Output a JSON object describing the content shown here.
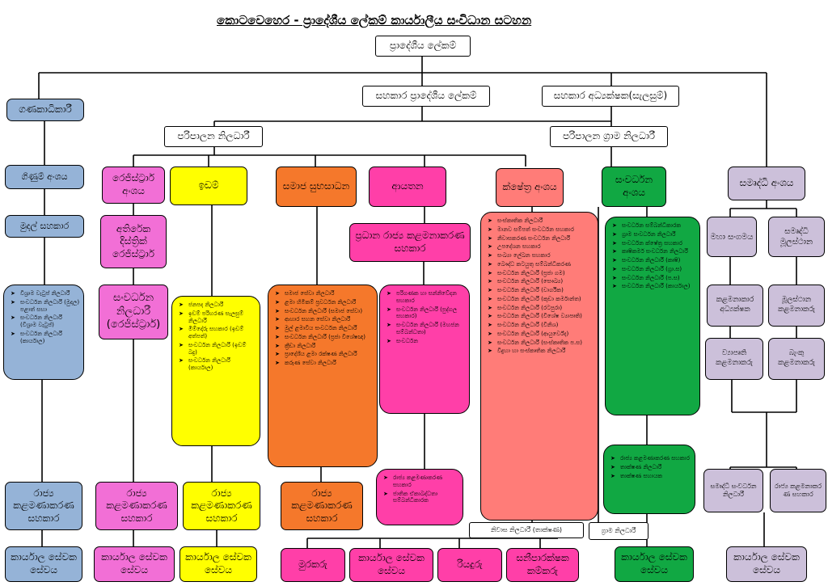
{
  "title": "කොටවෙහෙර - ප්‍රාදේශීය ලේකම් කාර්යාලීය සංවිධාන සටහන",
  "top": "ප්‍රාදේශීය ලේකම්",
  "asst_ds": "සහකාර ප්‍රාදේශීය ලේකම්",
  "asst_dir_planning": "සහකාර අධ්‍යක්ෂක(සැලසුම්)",
  "accountant": "ගණකාධිකාරී",
  "admin_officer": "පරිපාලන නිලධාරී",
  "admin_gn": "පරිපාලන ග්‍රාම නිලධාරී",
  "blue": {
    "branch": "ගිණුම් අංශය",
    "cash": "මුදල් සහකාර",
    "items": [
      "විශ්‍රාම වැටුප් නිලධාරී",
      "සංවර්ධන නිලධාරී (මුදල) පළාත් සභා",
      "සංවර්ධන නිලධාරී (විශ්‍රාම වැටුප්)",
      "සංවර්ධන නිලධාරී (කාර්යාල)"
    ],
    "mgmt": "රාජ්‍ය කළමණාකරණ සහකාර",
    "office": "කාර්යාල සේවක සේවය"
  },
  "registrar": {
    "branch": "රෙජිස්ට්‍රාර් අංශය",
    "addl": "අතිරේක දිස්ත්‍රික් රෙජිස්ට්‍රාර්",
    "dev": "සංවර්ධන නිලධාරී (රෙජිස්ට්‍රාර්)",
    "mgmt": "රාජ්‍ය කළමණාකරණ සහකාර",
    "office": "කාර්යාල සේවක සේවය"
  },
  "land": {
    "branch": "ඉඩම්",
    "items": [
      "ජනපද නිලධාරී",
      "ඉඩම් පරිහරණ සැලසුම් නිලධාරී",
      "මිම්දෝරු සහකාර (ඉඩම් අත්පත්)",
      "සංවර්ධන නිලධාරී (ඉඩම් බදු)",
      "සංවර්ධන නිලධාරී (කාර්යාල)"
    ],
    "mgmt": "රාජ්‍ය කළමණාකරණ සහකාර",
    "office": "කාර්යාල සේවක සේවය"
  },
  "social": {
    "branch": "සමාජ සුභසාධන",
    "items": [
      "සමාජ සේවා නිලධාරී",
      "ළමා හිමිකම් ප්‍රවර්ධන නිලධාරී",
      "සංවර්ධන නිලධාරී (සමාජ සේවා)",
      "ආහාර සහන සේවා නිලධාරී",
      "මුල් ළමාවිය සංවර්ධන නිලධාරී",
      "සංවර්ධන නිලධාරී (ප්‍රජා විශේෂඥ)",
      "ක්‍රීඩා නිලධාරී",
      "ප්‍රාදේශීය ළමා රක්ෂණ නිලධාරී",
      "කරුණ සේවා නිලධාරී"
    ],
    "mgmt": "රාජ්‍ය කළමණාකරණ සහකාර"
  },
  "revenue": {
    "branch": "ආයතන",
    "chief": "ප්‍රධාන රාජ්‍ය කළමනාකරණ සහකාර",
    "items": [
      "පරිගණක හා සන්නිවේදන සහකාර",
      "සංවර්ධන නිලධාරී (පුද්ගල සහකාර)",
      "සංවර්ධන නිලධාරී (මහජන සම්බන්ධතා)",
      "සංවර්ධන"
    ],
    "mgmt_items": [
      "රාජ්‍ය කළමණාකරණ සහකාර",
      "ජාතික ඒකාබද්ධතා සම්බන්ධීකාරක"
    ]
  },
  "field": {
    "branch": "ක්ෂේත්‍ර අංශය",
    "items": [
      "සංස්කෘතික නිලධාරී",
      "මානව සම්පත් සංවර්ධන සහකාර",
      "නිවාසකරණ සංවර්ධන නිලධාරී",
      "උපදේශන සහකාර",
      "සංඛ්‍යා ලේඛන සහකාර",
      "බෞද්ධ කටයුතු සම්බන්ධීකරණ",
      "සංවර්ධන නිලධාරී (ප්‍රජා ගම)",
      "සංවර්ධන නිලධාරී (සෞඛ්‍ය)",
      "සංවර්ධන නිලධාරී (වාර්ගික)",
      "සංවර්ධන නිලධාරී (කුඩා කර්මාන්ත)",
      "සංවර්ධන නිලධාරී (රටපුරා)",
      "සංවර්ධන නිලධාරී (විශේෂ ව්‍යාපෘති)",
      "සංවර්ධන නිලධාරී (විනිශ)",
      "සංවර්ධන නිලධාරී (ආයුර්වේද)",
      "සංවර්ධන නිලධාරී (සංස්කෘතික ප.ස)",
      "විදුහා හා සංස්කෘතික නිලධාරී"
    ]
  },
  "development": {
    "branch": "සංවර්ධන අංශය",
    "items": [
      "සංවර්ධන සම්බන්ධීකාරක",
      "ග්‍රාම සංවර්ධන නිලධාරී",
      "සංවර්ධන ක්ෂේත්‍ර සහකාර",
      "කෘෂිකර්ම සංවර්ධන නිලධාරී",
      "සංවර්ධන නිලධාරී (කෘෂි)",
      "සංවර්ධන නිලධාරී (ග්‍රා.ස)",
      "සංවර්ධන නිලධාරී (ප.ස)",
      "සංවර්ධන නිලධාරී (කාර්යාල)"
    ],
    "mgmt_items": [
      "රාජ්‍ය කළමණාකරණ සහකාර",
      "තාක්ෂණ නිලධාරී",
      "තාක්ෂණ සහායක"
    ],
    "gn": "ග්‍රාම නිලධාරී",
    "office": "කාර්යාල සේවක සේවය"
  },
  "samurdhi": {
    "branch": "සමෘද්ධි අංශය",
    "maha": "මහා සංගමය",
    "head": "සමෘද්ධි මූලස්ථාන",
    "mgr_dir": "කළමනාකාර අධ්‍යක්ෂක",
    "hq_mgr": "මූලස්ථාන කළමනාකරු",
    "project_mgr": "ව්‍යාපෘති කළමනාකරු",
    "bank_mgr": "බැංකු කළමනාකරු",
    "dev_officer": "සමෘද්ධි සංවර්ධන නිලධාරී",
    "mgmt_asst": "රාජ්‍ය කළමනාකර ණ සහකාර",
    "office": "කාර්යාල සේවක සේවය"
  },
  "housing": "නිවාස නිලධාරී (තාක්ෂණ)",
  "bottom": {
    "mura": "මුරකරු",
    "office": "කාර්යාල සේවක සේවය",
    "driver": "රියදුරු",
    "cleaner": "සනීපාරක්ෂක කම්කරු"
  }
}
